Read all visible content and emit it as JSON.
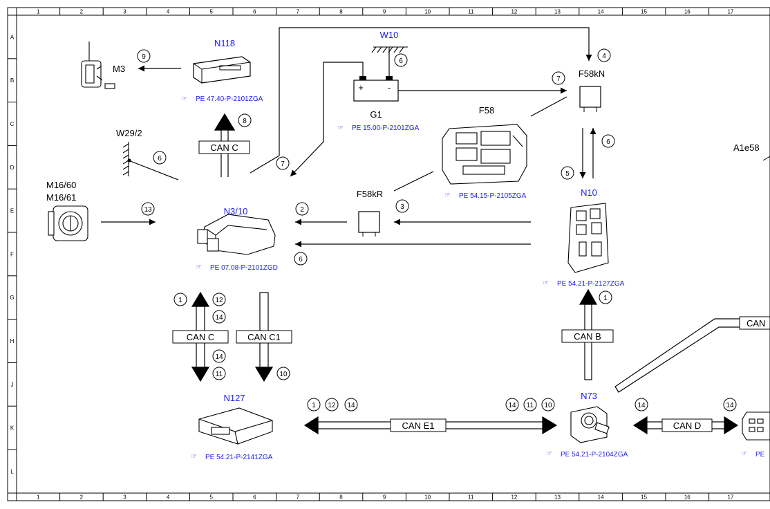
{
  "frame": {
    "col_numbers": [
      "1",
      "2",
      "3",
      "4",
      "5",
      "6",
      "7",
      "8",
      "9",
      "10",
      "11",
      "12",
      "13",
      "14",
      "15",
      "16",
      "17"
    ],
    "row_letters": [
      "A",
      "B",
      "C",
      "D",
      "E",
      "F",
      "G",
      "H",
      "J",
      "K",
      "L"
    ]
  },
  "components": {
    "n118": {
      "name": "N118",
      "ref": "PE 47.40-P-2101ZGA"
    },
    "m3": {
      "name": "M3"
    },
    "w10": {
      "name": "W10"
    },
    "g1": {
      "name": "G1",
      "ref": "PE 15.00-P-2101ZGA",
      "plus": "+",
      "minus": "-"
    },
    "f58kn": {
      "name": "F58kN"
    },
    "f58": {
      "name": "F58",
      "ref": "PE 54.15-P-2105ZGA"
    },
    "w29_2": {
      "name": "W29/2"
    },
    "a1e58": {
      "name": "A1e58"
    },
    "m16": {
      "name1": "M16/60",
      "name2": "M16/61"
    },
    "f58kr": {
      "name": "F58kR"
    },
    "n3_10": {
      "name": "N3/10",
      "ref": "PE 07.08-P-2101ZGD"
    },
    "n10": {
      "name": "N10",
      "ref": "PE 54.21-P-2127ZGA"
    },
    "n127": {
      "name": "N127",
      "ref": "PE 54.21-P-2141ZGA"
    },
    "n73": {
      "name": "N73",
      "ref": "PE 54.21-P-2104ZGA"
    },
    "x11": {
      "ref": "PE"
    }
  },
  "buses": {
    "can_c_top": "CAN C",
    "can_c_mid": "CAN C",
    "can_c1": "CAN C1",
    "can_b": "CAN B",
    "can_e1": "CAN E1",
    "can_d": "CAN D",
    "can_partial": "CAN"
  },
  "signals": {
    "s_m3": "9",
    "s_w10": "6",
    "s_f58kn": "4",
    "s_g1_f58kn": "7",
    "s_can_c_top": "8",
    "s_w29": "6",
    "s_g1_n310": "7",
    "s_f58kr_n310": "2",
    "s_n10_f58kr": "3",
    "s_n10_n310": "6",
    "s_m16": "13",
    "s_n10_down": "5",
    "s_n10_up": "6",
    "s_can_b": "1",
    "s_cc_1": "1",
    "s_cc_12": "12",
    "s_cc_14a": "14",
    "s_cc_14b": "14",
    "s_cc_11": "11",
    "s_cc1_10": "10",
    "s_e1_1": "1",
    "s_e1_12": "12",
    "s_e1_14a": "14",
    "s_e1_14b": "14",
    "s_e1_11": "11",
    "s_e1_10": "10",
    "s_d_14a": "14",
    "s_d_14b": "14"
  }
}
